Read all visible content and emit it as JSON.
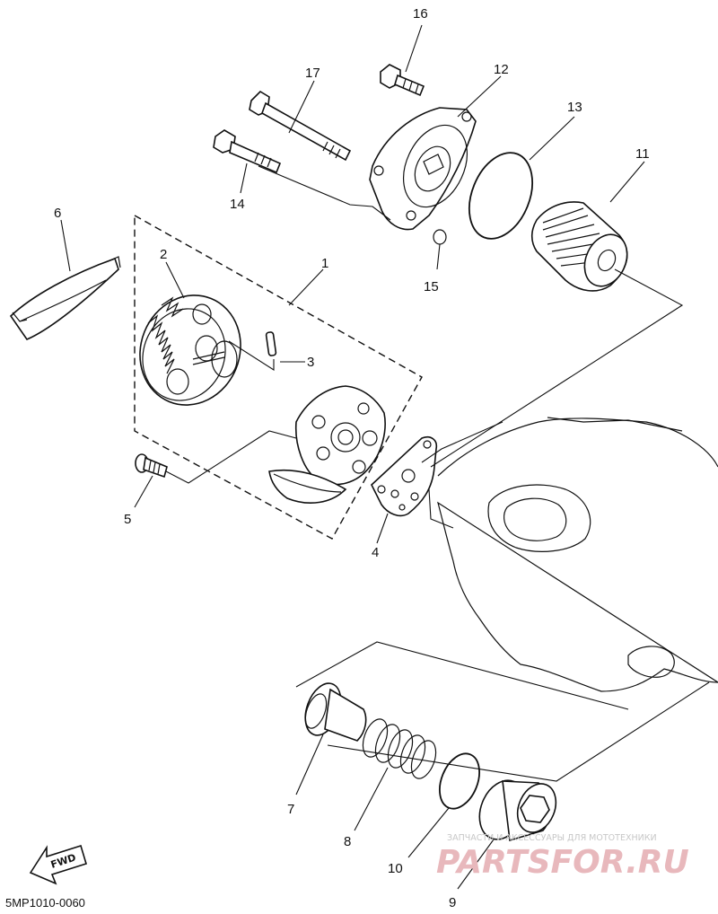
{
  "diagram": {
    "callouts": [
      {
        "id": "1",
        "label": "1"
      },
      {
        "id": "2",
        "label": "2"
      },
      {
        "id": "3",
        "label": "3"
      },
      {
        "id": "4",
        "label": "4"
      },
      {
        "id": "5",
        "label": "5"
      },
      {
        "id": "6",
        "label": "6"
      },
      {
        "id": "7",
        "label": "7"
      },
      {
        "id": "8",
        "label": "8"
      },
      {
        "id": "9",
        "label": "9"
      },
      {
        "id": "10",
        "label": "10"
      },
      {
        "id": "11",
        "label": "11"
      },
      {
        "id": "12",
        "label": "12"
      },
      {
        "id": "13",
        "label": "13"
      },
      {
        "id": "14",
        "label": "14"
      },
      {
        "id": "15",
        "label": "15"
      },
      {
        "id": "16",
        "label": "16"
      },
      {
        "id": "17",
        "label": "17"
      }
    ],
    "fwd_label": "FWD",
    "diagram_code": "5MP1010-0060"
  },
  "watermark": {
    "tagline": "ЗАПЧАСТИ И АКСЕССУАРЫ ДЛЯ МОТОТЕХНИКИ",
    "brand": "PARTSFOR.RU"
  }
}
